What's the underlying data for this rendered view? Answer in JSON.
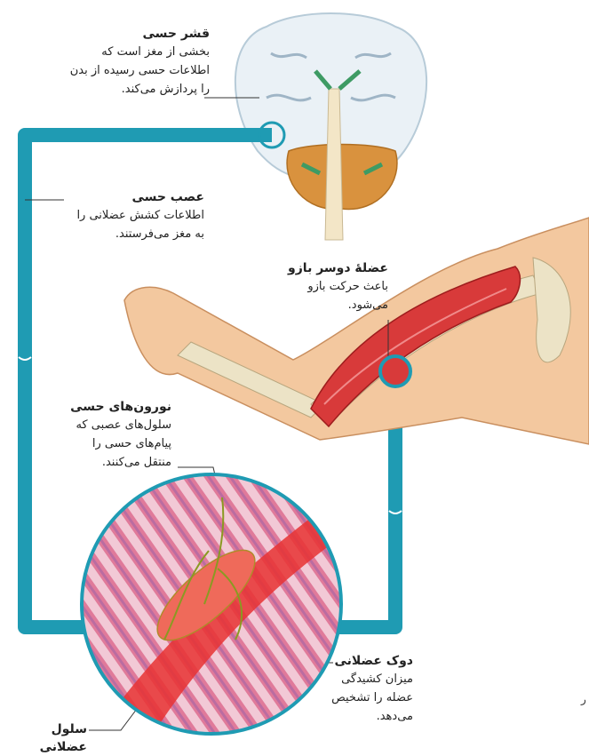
{
  "labels": {
    "cortex": {
      "title": "قشر حسی",
      "lines": [
        "بخشی از مغز است که",
        "اطلاعات حسی رسیده از بدن",
        "را پردازش می‌کند."
      ]
    },
    "nerve": {
      "title": "عصب حسی",
      "lines": [
        "اطلاعات کشش عضلانی را",
        "به مغز می‌فرستند."
      ]
    },
    "biceps": {
      "title": "عضلهٔ دوسر بازو",
      "lines": [
        "باعث حرکت بازو",
        "می‌شود."
      ]
    },
    "neurons": {
      "title": "نورون‌های حسی",
      "lines": [
        "سلول‌های عصبی که",
        "پیام‌های حسی را",
        "منتقل می‌کنند."
      ]
    },
    "spindle": {
      "title": "دوک عضلانی",
      "lines": [
        "میزان کشیدگی",
        "عضله را تشخیص",
        "می‌دهد."
      ]
    },
    "muscle_cell": {
      "title": "سلول عضلانی"
    }
  },
  "stray_mark": "ر",
  "colors": {
    "pathway": "#1f9bb3",
    "muscle": "#d83a3a",
    "skin": "#f2c79c",
    "bone": "#ece3c6",
    "brain": "#e9f0f5",
    "nerve": "#8a9a22"
  }
}
